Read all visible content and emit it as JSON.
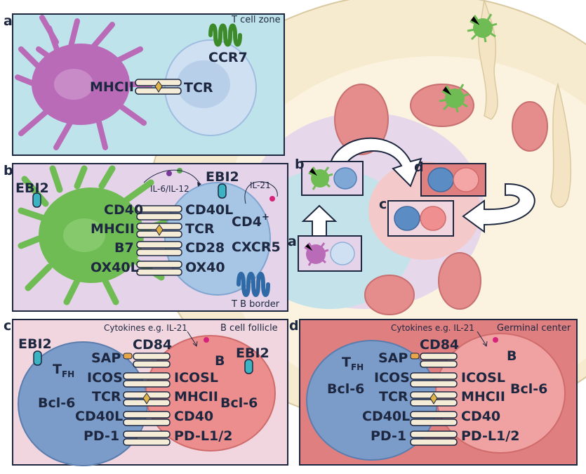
{
  "panels": {
    "a": {
      "letter": "a",
      "zone": "T cell zone",
      "labels": {
        "mhcii": "MHCII",
        "tcr": "TCR",
        "ccr7": "CCR7"
      }
    },
    "b": {
      "letter": "b",
      "zone": "T B border",
      "cytokines_left": "IL-6/IL-12",
      "cytokines_right": "IL-21",
      "ebi2_left": "EBI2",
      "ebi2_top": "EBI2",
      "cell": "CD4",
      "cell_sup": "+",
      "receptor": "CXCR5",
      "pairs": [
        {
          "left": "CD40",
          "right": "CD40L"
        },
        {
          "left": "MHCII",
          "right": "TCR"
        },
        {
          "left": "B7",
          "right": "CD28"
        },
        {
          "left": "OX40L",
          "right": "OX40"
        }
      ]
    },
    "c": {
      "letter": "c",
      "zone": "B cell follicle",
      "cytokines": "Cytokines e.g. IL-21",
      "cd84": "CD84",
      "ebi2_left": "EBI2",
      "ebi2_right": "EBI2",
      "tfh_main": "T",
      "tfh_sub": "FH",
      "bcl6_left": "Bcl-6",
      "b_label": "B",
      "bcl6_right": "Bcl-6",
      "pairs": [
        {
          "left": "SAP",
          "right": ""
        },
        {
          "left": "ICOS",
          "right": "ICOSL"
        },
        {
          "left": "TCR",
          "right": "MHCII"
        },
        {
          "left": "CD40L",
          "right": "CD40"
        },
        {
          "left": "PD-1",
          "right": "PD-L1/2"
        }
      ]
    },
    "d": {
      "letter": "d",
      "zone": "Germinal center",
      "cytokines": "Cytokines e.g. IL-21",
      "cd84": "CD84",
      "tfh_main": "T",
      "tfh_sub": "FH",
      "bcl6_left": "Bcl-6",
      "b_label": "B",
      "bcl6_right": "Bcl-6",
      "pairs": [
        {
          "left": "SAP",
          "right": ""
        },
        {
          "left": "ICOS",
          "right": "ICOSL"
        },
        {
          "left": "TCR",
          "right": "MHCII"
        },
        {
          "left": "CD40L",
          "right": "CD40"
        },
        {
          "left": "PD-1",
          "right": "PD-L1/2"
        }
      ]
    }
  },
  "overview": {
    "a": "a",
    "b": "b",
    "c": "c",
    "d": "d"
  },
  "colors": {
    "panel_a_bg": "#bfe3ea",
    "panel_b_bg": "#e5d3ea",
    "panel_c_bg": "#f1d6df",
    "panel_d_bg": "#e07f80",
    "border": "#1d2740",
    "dendritic_purple": "#b96bb8",
    "dendritic_green": "#6fbb54",
    "t_cell_blue": "#a7c6e6",
    "b_cell_red": "#ec8e8e"
  }
}
